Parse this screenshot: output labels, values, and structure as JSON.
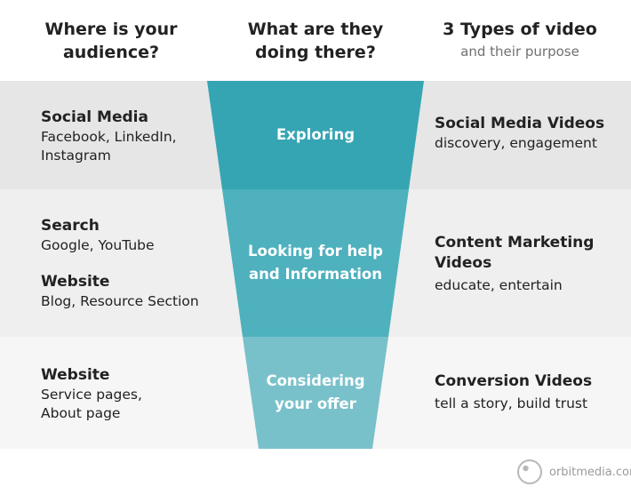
{
  "headers": {
    "col1": [
      "Where is your",
      "audience?"
    ],
    "col2": [
      "What are they",
      "doing there?"
    ],
    "col3_title": "3 Types of video",
    "col3_sub": "and their purpose"
  },
  "funnel": {
    "stage1": "Exploring",
    "stage2": [
      "Looking for help",
      "and Information"
    ],
    "stage3": [
      "Considering",
      "your offer"
    ],
    "colors": {
      "stage1": "#36a5b3",
      "stage2": "#4eb1bd",
      "stage3": "#79c1ca"
    }
  },
  "audience": {
    "row1": {
      "title": "Social Media",
      "detail": [
        "Facebook, LinkedIn,",
        "Instagram"
      ]
    },
    "row2a": {
      "title": "Search",
      "detail": "Google, YouTube"
    },
    "row2b": {
      "title": "Website",
      "detail": "Blog, Resource Section"
    },
    "row3": {
      "title": "Website",
      "detail": [
        "Service pages,",
        "About page"
      ]
    }
  },
  "video_types": {
    "row1": {
      "title": "Social Media Videos",
      "detail": "discovery, engagement"
    },
    "row2": {
      "title": [
        "Content Marketing",
        "Videos"
      ],
      "detail": "educate, entertain"
    },
    "row3": {
      "title": "Conversion Videos",
      "detail": "tell a story, build trust"
    }
  },
  "brand": {
    "name": "orbitmedia.com",
    "icon": "orbit-logo-icon"
  }
}
